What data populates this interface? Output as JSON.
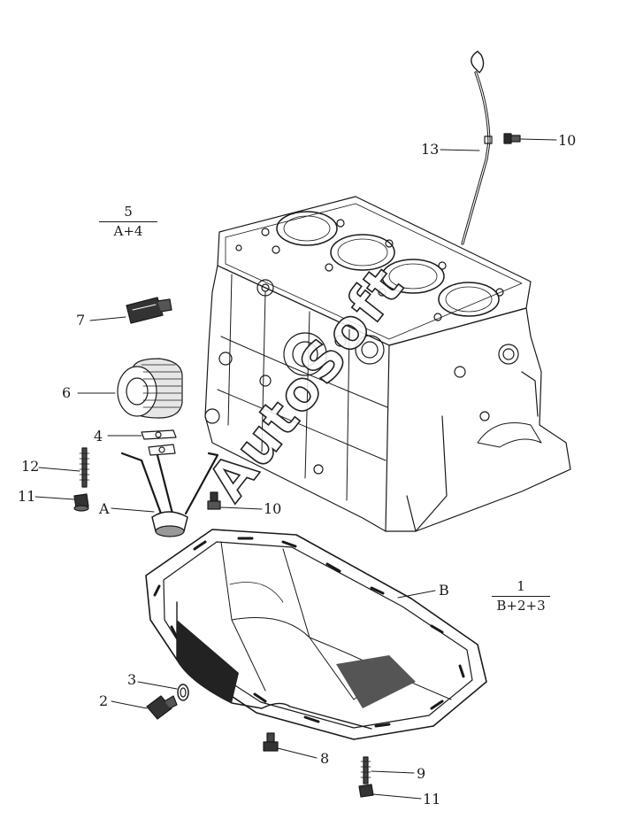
{
  "diagram": {
    "type": "exploded-parts-diagram",
    "watermark": "AutoSoft",
    "callouts": {
      "dipstick": "13",
      "dipstick_bolt": "10",
      "cover_bracket_bolt": "10",
      "temp_sensor": "7",
      "oil_filter": "6",
      "gasket": "4",
      "stud": "12",
      "stud_nut": "11",
      "strainer": "A",
      "oil_pan": "B",
      "washer": "3",
      "drain_plug": "2",
      "pan_bolt": "8",
      "pan_stud": "9",
      "pan_nut": "11"
    },
    "group_5": {
      "number": "5",
      "contents": "A+4"
    },
    "group_1": {
      "number": "1",
      "contents": "B+2+3"
    }
  }
}
